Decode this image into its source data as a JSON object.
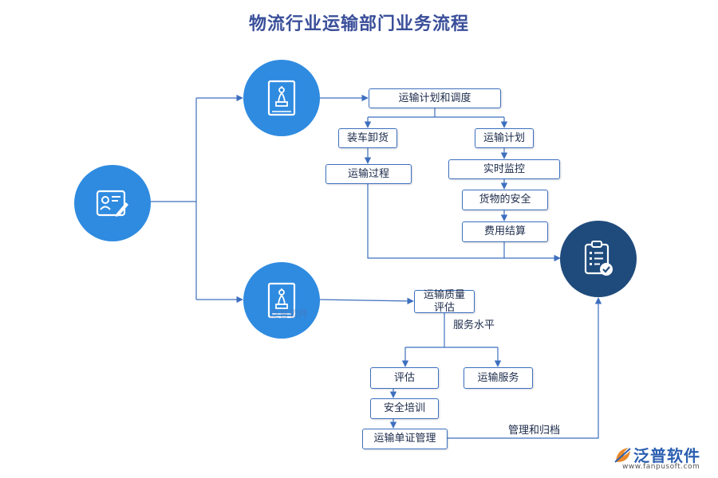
{
  "title": "物流行业运输部门业务流程",
  "boxes": {
    "plan_dispatch": "运输计划和调度",
    "loading": "装车卸货",
    "transport_plan": "运输计划",
    "transport_process": "运输过程",
    "realtime_monitor": "实时监控",
    "cargo_safety": "货物的安全",
    "settlement": "费用结算",
    "quality_eval": "运输质量评估",
    "evaluate": "评估",
    "transport_service": "运输服务",
    "safety_training": "安全培训",
    "document_mgmt": "运输单证管理"
  },
  "labels": {
    "service_level": "服务水平",
    "manage_archive": "管理和归档"
  },
  "watermark": "泛普软件",
  "logo": {
    "name": "泛普软件",
    "url": "www.fanpusoft.com"
  },
  "colors": {
    "title": "#3a4f9a",
    "circle_light": "#2f8be0",
    "circle_dark": "#1f4b7c",
    "line": "#3d6fbf"
  },
  "icons": {
    "start": "id-card-edit-icon",
    "branch_top": "chess-book-icon",
    "branch_bottom": "chess-book-icon",
    "end": "clipboard-check-icon"
  }
}
